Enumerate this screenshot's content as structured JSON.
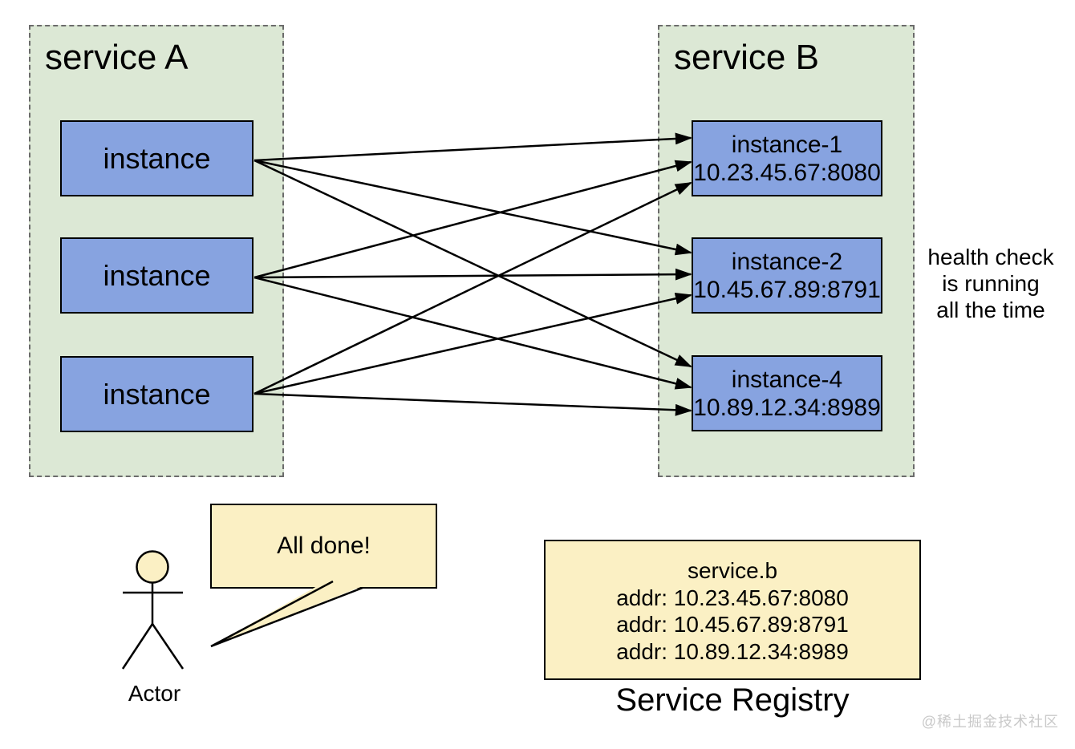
{
  "service_a": {
    "title": "service A",
    "instances": [
      "instance",
      "instance",
      "instance"
    ]
  },
  "service_b": {
    "title": "service B",
    "instances": [
      {
        "name": "instance-1",
        "addr": "10.23.45.67:8080"
      },
      {
        "name": "instance-2",
        "addr": "10.45.67.89:8791"
      },
      {
        "name": "instance-4",
        "addr": "10.89.12.34:8989"
      }
    ]
  },
  "annotations": {
    "health_note": "health check\nis running\nall the time"
  },
  "actor": {
    "label": "Actor",
    "bubble_text": "All done!"
  },
  "registry": {
    "service_name": "service.b",
    "entries": [
      "addr: 10.23.45.67:8080",
      "addr: 10.45.67.89:8791",
      "addr: 10.89.12.34:8989"
    ],
    "caption": "Service Registry"
  },
  "watermark": "@稀土掘金技术社区",
  "colors": {
    "container_fill": "#dce8d5",
    "container_border": "#6b6b6b",
    "instance_fill": "#87a3e0",
    "note_fill": "#fbf0c4",
    "line_color": "#000000",
    "watermark_color": "#c9c9c9"
  },
  "edges": [
    [
      317,
      200,
      861,
      172
    ],
    [
      317,
      200,
      861,
      315
    ],
    [
      317,
      200,
      861,
      457
    ],
    [
      317,
      346,
      861,
      202
    ],
    [
      317,
      346,
      861,
      342
    ],
    [
      317,
      346,
      861,
      483
    ],
    [
      317,
      491,
      861,
      228
    ],
    [
      317,
      491,
      861,
      368
    ],
    [
      317,
      491,
      861,
      512
    ]
  ]
}
